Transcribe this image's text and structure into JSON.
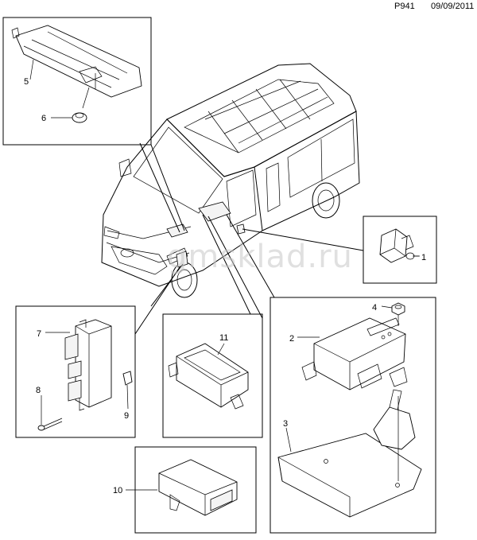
{
  "header": {
    "code": "P941",
    "date": "09/09/2011"
  },
  "watermark": "gmsklad.ru",
  "callouts": [
    "1",
    "2",
    "3",
    "4",
    "5",
    "6",
    "7",
    "8",
    "9",
    "10",
    "11"
  ]
}
